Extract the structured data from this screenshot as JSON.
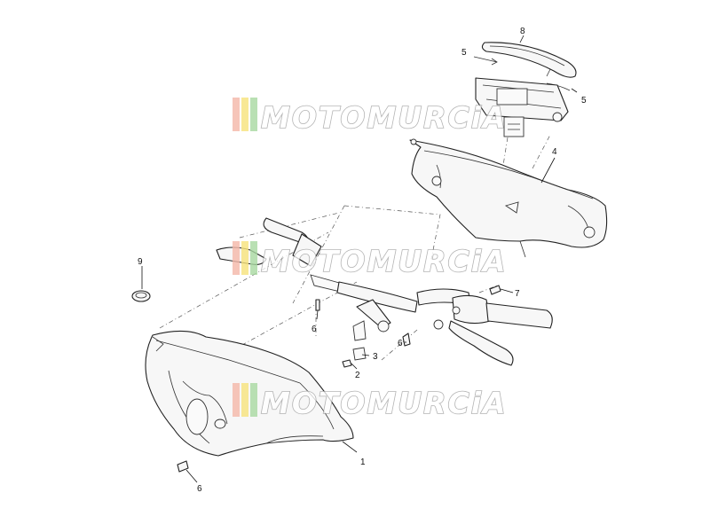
{
  "diagram": {
    "callouts": [
      {
        "id": "c1",
        "label": "1"
      },
      {
        "id": "c2",
        "label": "2"
      },
      {
        "id": "c3",
        "label": "3"
      },
      {
        "id": "c4",
        "label": "4"
      },
      {
        "id": "c5a",
        "label": "5"
      },
      {
        "id": "c5b",
        "label": "5"
      },
      {
        "id": "c6a",
        "label": "6"
      },
      {
        "id": "c6b",
        "label": "6"
      },
      {
        "id": "c6c",
        "label": "6"
      },
      {
        "id": "c7",
        "label": "7"
      },
      {
        "id": "c8",
        "label": "8"
      },
      {
        "id": "c9",
        "label": "9"
      }
    ]
  },
  "watermark": {
    "text": "MOTOMURCiA",
    "stripe_colors": [
      "#f4b6a8",
      "#f6e27a",
      "#a8d8a0"
    ]
  }
}
